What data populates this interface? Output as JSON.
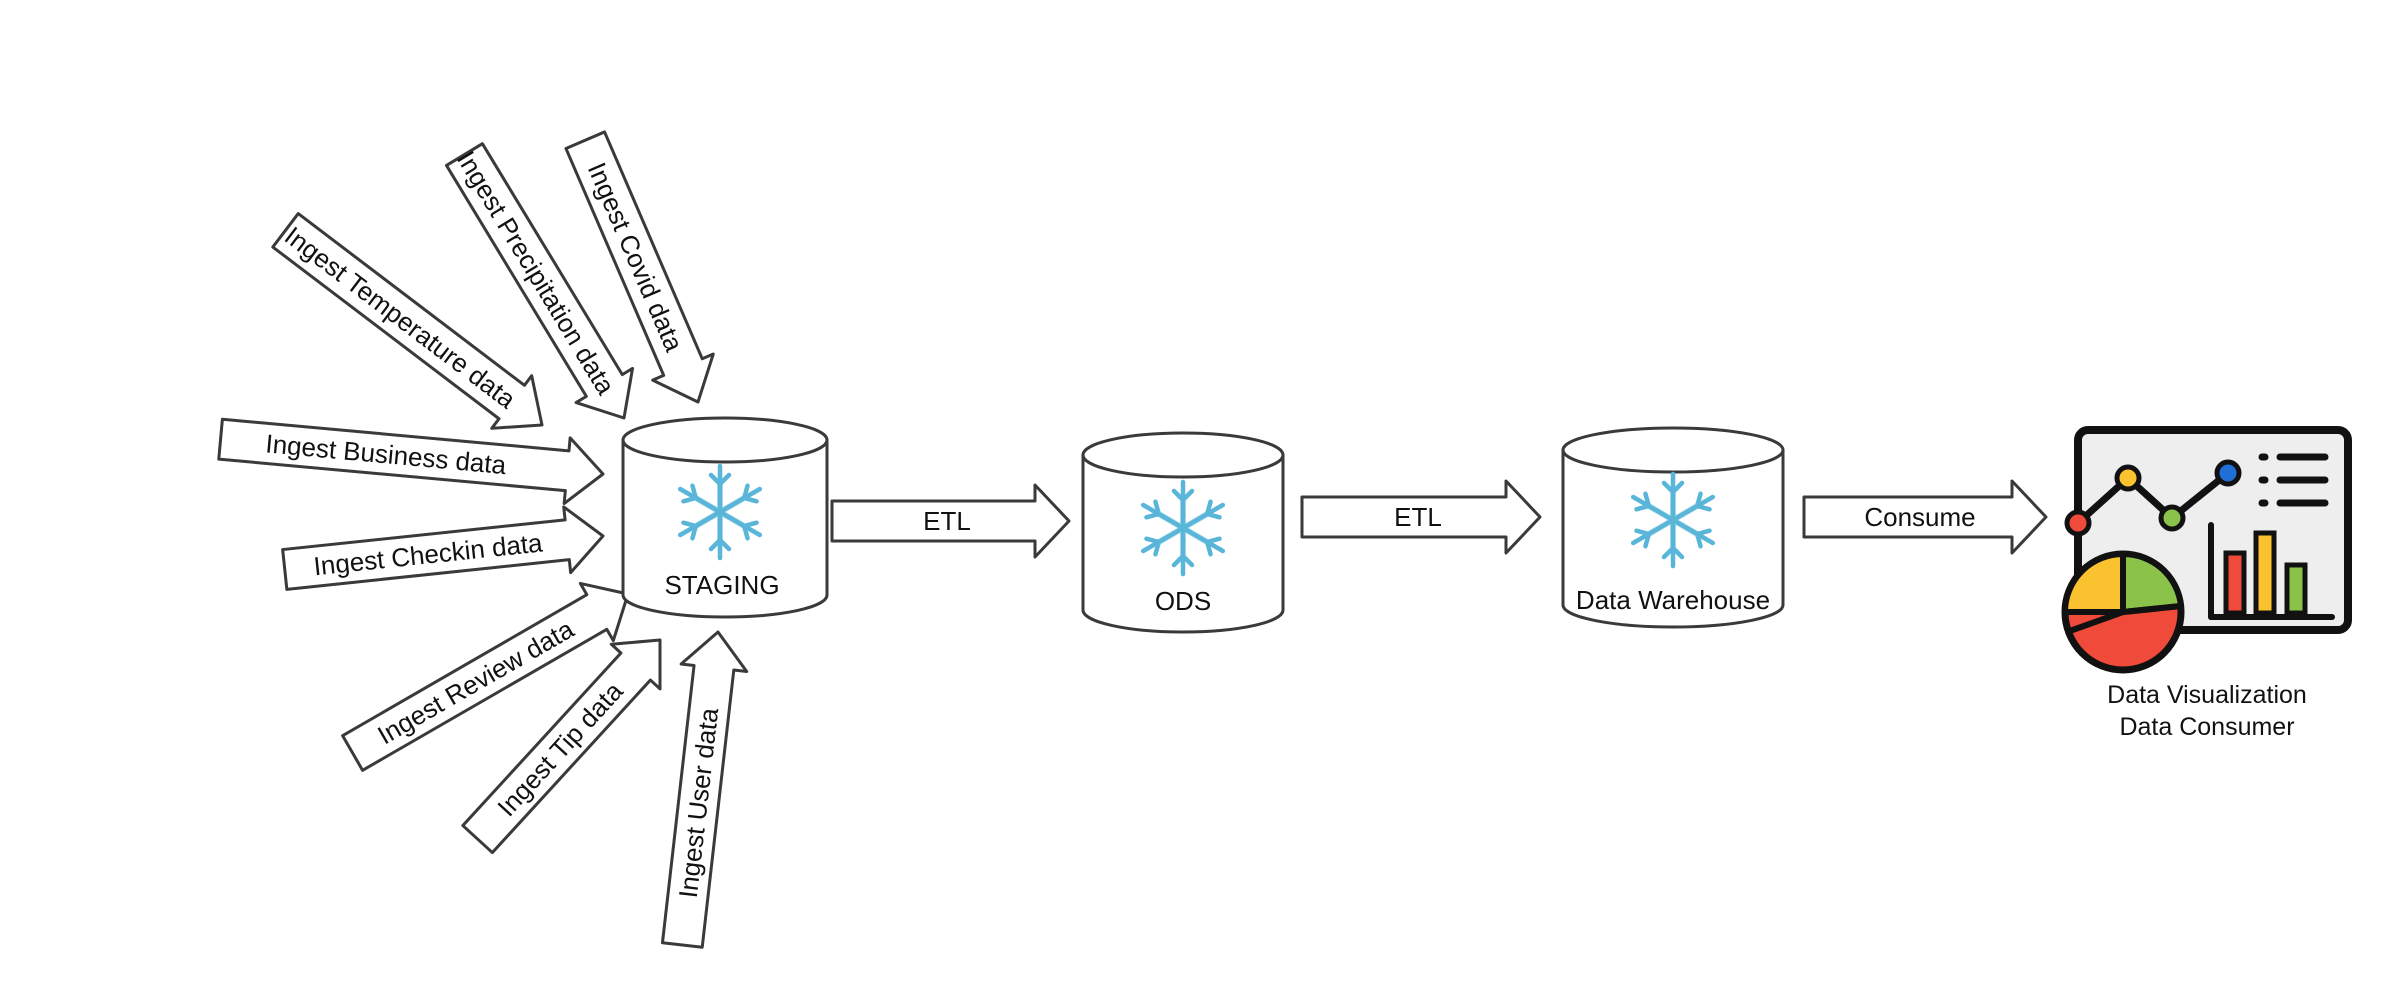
{
  "ingest_arrows": [
    {
      "id": "temperature",
      "label": "Ingest Temperature data"
    },
    {
      "id": "precipitation",
      "label": "Ingest Precipitation data"
    },
    {
      "id": "covid",
      "label": "Ingest Covid data"
    },
    {
      "id": "business",
      "label": "Ingest Business data"
    },
    {
      "id": "checkin",
      "label": "Ingest Checkin data"
    },
    {
      "id": "review",
      "label": "Ingest Review data"
    },
    {
      "id": "tip",
      "label": "Ingest Tip data"
    },
    {
      "id": "user",
      "label": "Ingest User data"
    }
  ],
  "stages": [
    {
      "id": "staging",
      "label": "STAGING"
    },
    {
      "id": "ods",
      "label": "ODS"
    },
    {
      "id": "warehouse",
      "label": "Data Warehouse"
    }
  ],
  "flow_arrows": [
    {
      "id": "etl1",
      "label": "ETL"
    },
    {
      "id": "etl2",
      "label": "ETL"
    },
    {
      "id": "consume",
      "label": "Consume"
    }
  ],
  "consumer": {
    "line1": "Data Visualization",
    "line2": "Data Consumer",
    "colors": {
      "red": "#f04a3a",
      "yellow": "#f9c22e",
      "green": "#8bc34a",
      "blue": "#1f6fd6",
      "outline": "#111111",
      "screen": "#eeeeee"
    }
  },
  "colors": {
    "snowflake": "#5ab6d8",
    "stroke": "#3a3a3a"
  }
}
